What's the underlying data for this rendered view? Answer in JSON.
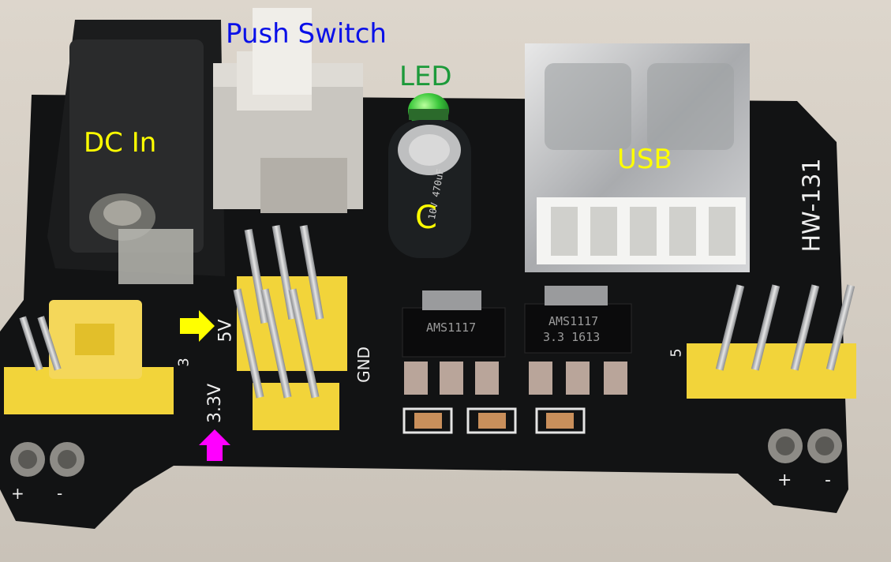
{
  "annotations": {
    "push_switch": "Push Switch",
    "led": "LED",
    "dc_in": "DC In",
    "usb": "USB",
    "capacitor": "C"
  },
  "silkscreen": {
    "model": "HW-131",
    "five_volt": "5V",
    "three_volt": "3.3V",
    "gnd": "GND",
    "regulator_left": "AMS1117",
    "regulator_right_line1": "AMS1117",
    "regulator_right_line2": "3.3 1613",
    "plus_left": "+",
    "minus_left": "-",
    "plus_right": "+",
    "minus_right": "-",
    "left_header_mark": "3",
    "right_header_mark": "5",
    "cap_text": "10V 470uF"
  },
  "colors": {
    "label_yellow": "#ffff00",
    "label_blue": "#0a10e8",
    "label_green": "#1c9a3a",
    "pcb_black": "#121314",
    "header_yellow": "#f2d43a",
    "arrow_yellow": "#ffff00",
    "arrow_magenta": "#ff00ff",
    "led_green": "#3cc83c"
  },
  "icons": {
    "yellow_arrow": "arrow-right-icon",
    "magenta_arrow": "arrow-up-icon"
  }
}
